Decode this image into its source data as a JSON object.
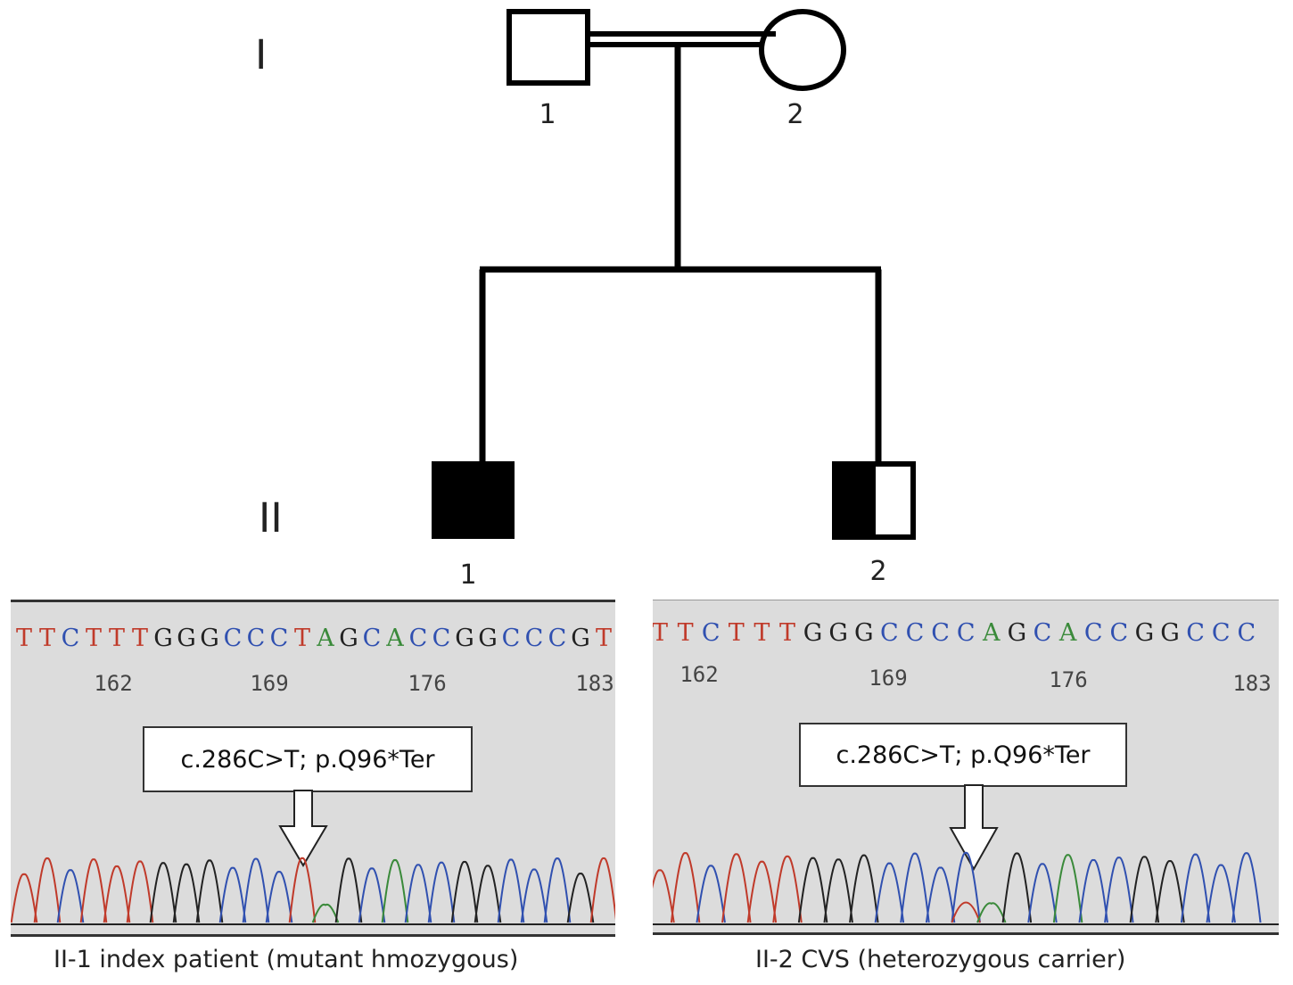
{
  "pedigree": {
    "generations": [
      {
        "label": "I",
        "individuals": [
          {
            "id": "1",
            "sex": "male",
            "status": "unaffected"
          },
          {
            "id": "2",
            "sex": "female",
            "status": "unaffected"
          }
        ]
      },
      {
        "label": "II",
        "individuals": [
          {
            "id": "1",
            "sex": "male",
            "status": "affected"
          },
          {
            "id": "2",
            "sex": "male",
            "status": "heterozygous carrier"
          }
        ]
      }
    ],
    "consanguineous": true
  },
  "panels": [
    {
      "bases": [
        "T",
        "T",
        "C",
        "T",
        "T",
        "T",
        "G",
        "G",
        "G",
        "C",
        "C",
        "C",
        "T",
        "A",
        "G",
        "C",
        "A",
        "C",
        "C",
        "G",
        "G",
        "C",
        "C",
        "C",
        "G",
        "T"
      ],
      "positions": [
        "162",
        "169",
        "176",
        "183"
      ],
      "callout": "c.286C>T; p.Q96*Ter",
      "caption": "II-1 index patient (mutant hmozygous)"
    },
    {
      "bases": [
        "T",
        "T",
        "C",
        "T",
        "T",
        "T",
        "G",
        "G",
        "G",
        "C",
        "C",
        "C",
        "C",
        "A",
        "G",
        "C",
        "A",
        "C",
        "C",
        "G",
        "G",
        "C",
        "C",
        "C"
      ],
      "positions": [
        "162",
        "169",
        "176",
        "183"
      ],
      "callout": "c.286C>T; p.Q96*Ter",
      "caption": "II-2 CVS (heterozygous carrier)"
    }
  ],
  "colors": {
    "A": "#3a8a3a",
    "C": "#3050b0",
    "G": "#222222",
    "T": "#c03a2a",
    "panel_bg": "#dcdcdc"
  }
}
